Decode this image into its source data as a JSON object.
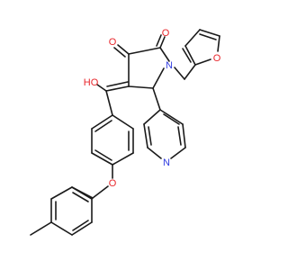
{
  "structure": {
    "atom_labels": {
      "keto_o_1": "O",
      "keto_o_2": "O",
      "ring_n": "N",
      "furan_o": "O",
      "hydroxyl": "HO",
      "pyridine_n": "N",
      "ether_o": "O"
    },
    "colors": {
      "carbon_bond": "#1a1a1a",
      "oxygen": "#e8262b",
      "nitrogen": "#2f3be0",
      "background": "#ffffff"
    }
  }
}
